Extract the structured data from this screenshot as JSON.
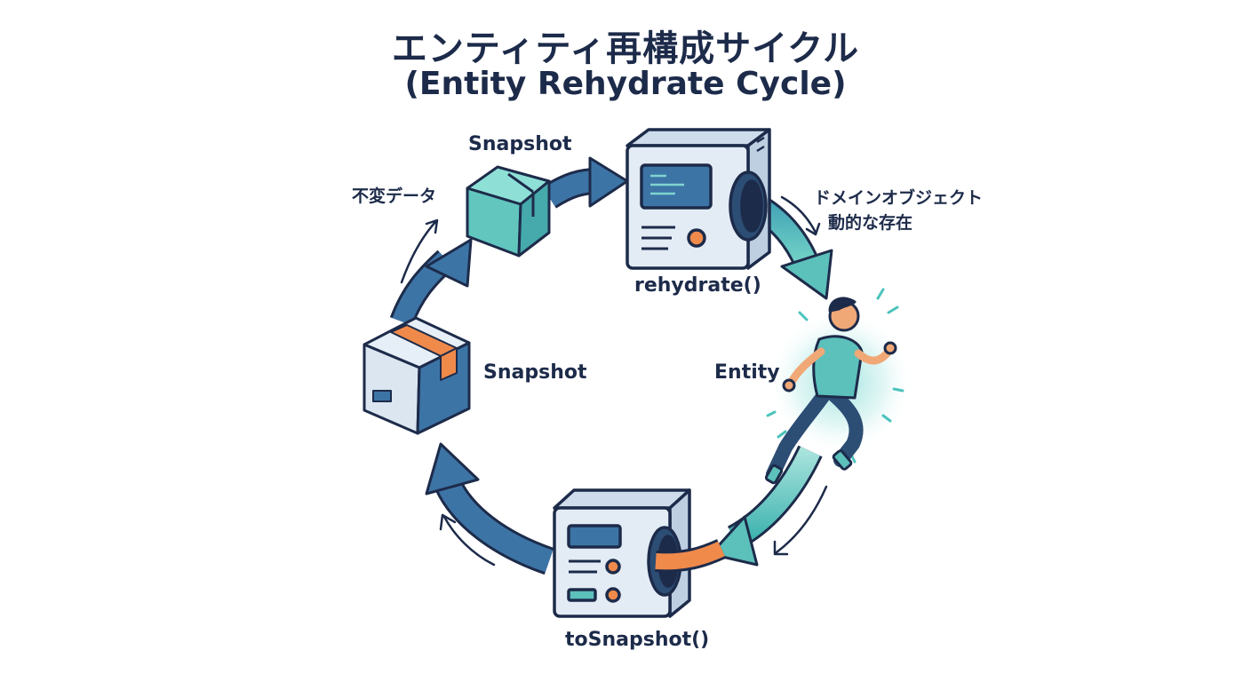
{
  "title": {
    "jp": "エンティティ再構成サイクル",
    "en": "(Entity Rehydrate Cycle)"
  },
  "nodes": {
    "snapshot_top": "Snapshot",
    "snapshot_left": "Snapshot",
    "entity": "Entity",
    "rehydrate": "rehydrate()",
    "to_snapshot": "toSnapshot()"
  },
  "notes": {
    "immutable_data": "不変データ",
    "domain_object": "ドメインオブジェクト",
    "dynamic_existence": "動的な存在"
  },
  "icons": [
    "open-box-icon",
    "sealed-box-icon",
    "machine-icon",
    "running-person-icon"
  ],
  "colors": {
    "navy": "#1d2b4a",
    "blue": "#3d74a6",
    "teal": "#5cc0bb",
    "orange": "#f08a4b",
    "panel": "#e3ecf5"
  }
}
